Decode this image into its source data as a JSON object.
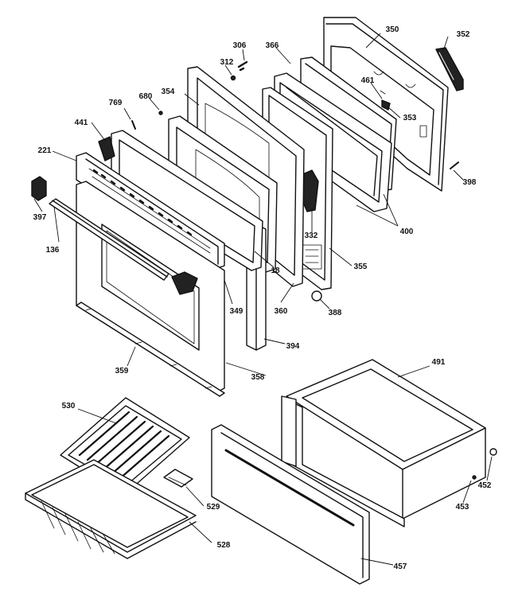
{
  "callouts": [
    {
      "id": "c350",
      "label": "350"
    },
    {
      "id": "c352",
      "label": "352"
    },
    {
      "id": "c306",
      "label": "306"
    },
    {
      "id": "c366",
      "label": "366"
    },
    {
      "id": "c312",
      "label": "312"
    },
    {
      "id": "c461",
      "label": "461"
    },
    {
      "id": "c354",
      "label": "354"
    },
    {
      "id": "c353",
      "label": "353"
    },
    {
      "id": "c680",
      "label": "680"
    },
    {
      "id": "c769",
      "label": "769"
    },
    {
      "id": "c441",
      "label": "441"
    },
    {
      "id": "c398",
      "label": "398"
    },
    {
      "id": "c221",
      "label": "221"
    },
    {
      "id": "c400",
      "label": "400"
    },
    {
      "id": "c397",
      "label": "397"
    },
    {
      "id": "c332",
      "label": "332"
    },
    {
      "id": "c136",
      "label": "136"
    },
    {
      "id": "c355",
      "label": "355"
    },
    {
      "id": "c18",
      "label": "18"
    },
    {
      "id": "c360",
      "label": "360"
    },
    {
      "id": "c388",
      "label": "388"
    },
    {
      "id": "c349",
      "label": "349"
    },
    {
      "id": "c394",
      "label": "394"
    },
    {
      "id": "c359",
      "label": "359"
    },
    {
      "id": "c358",
      "label": "358"
    },
    {
      "id": "c491",
      "label": "491"
    },
    {
      "id": "c530",
      "label": "530"
    },
    {
      "id": "c452",
      "label": "452"
    },
    {
      "id": "c453",
      "label": "453"
    },
    {
      "id": "c529",
      "label": "529"
    },
    {
      "id": "c528",
      "label": "528"
    },
    {
      "id": "c457",
      "label": "457"
    }
  ]
}
